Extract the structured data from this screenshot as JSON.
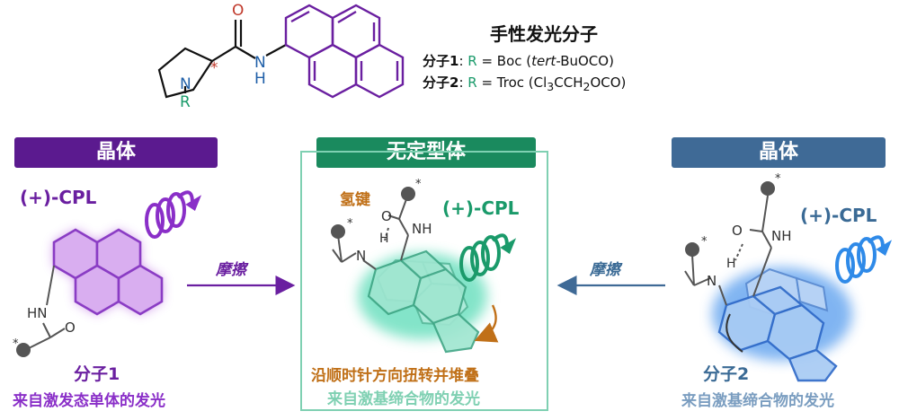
{
  "header": {
    "title": "手性发光分子",
    "mol1_name": "分子1",
    "mol1_rest": ": R = Boc (",
    "mol1_tert": "tert",
    "mol1_tail": "-BuOCO)",
    "mol2_name": "分子2",
    "mol2_rest": ": R = Troc (Cl",
    "mol2_sub3": "3",
    "mol2_mid": "CCH",
    "mol2_sub2": "2",
    "mol2_tail": "OCO)",
    "r_label": "R",
    "struct_O": "O",
    "struct_N_amide": "N",
    "struct_H_amide": "H",
    "struct_N_ring": "N",
    "struct_star": "*"
  },
  "left_panel": {
    "title": "晶体",
    "cpl": "(+)-CPL",
    "nh": "HN",
    "o": "O",
    "star": "*",
    "molecule": "分子1",
    "emission": "来自激发态单体的发光"
  },
  "arrows": {
    "left_label": "摩擦",
    "right_label": "摩擦"
  },
  "center_panel": {
    "title": "无定型体",
    "hbond": "氢键",
    "cpl": "(+)-CPL",
    "o": "O",
    "nh_top": "NH",
    "n_left": "N",
    "h_left": "H",
    "star1": "*",
    "star2": "*",
    "stack_text": "沿顺时针方向扭转并堆叠",
    "emission": "来自激基缔合物的发光"
  },
  "right_panel": {
    "title": "晶体",
    "cpl": "(+)-CPL",
    "o": "O",
    "nh_top": "NH",
    "n_left": "N",
    "h_left": "H",
    "star1": "*",
    "star2": "*",
    "molecule": "分子2",
    "emission": "来自激基缔合物的发光"
  },
  "colors": {
    "purple": "#6a1fa0",
    "purple_header": "#5b1a8f",
    "teal": "#1a9a6a",
    "teal_header": "#1a8a5e",
    "teal_light": "#7fd0b2",
    "blue_header": "#3f6a96",
    "blue_text": "#3a6a95",
    "orange": "#c07018"
  }
}
